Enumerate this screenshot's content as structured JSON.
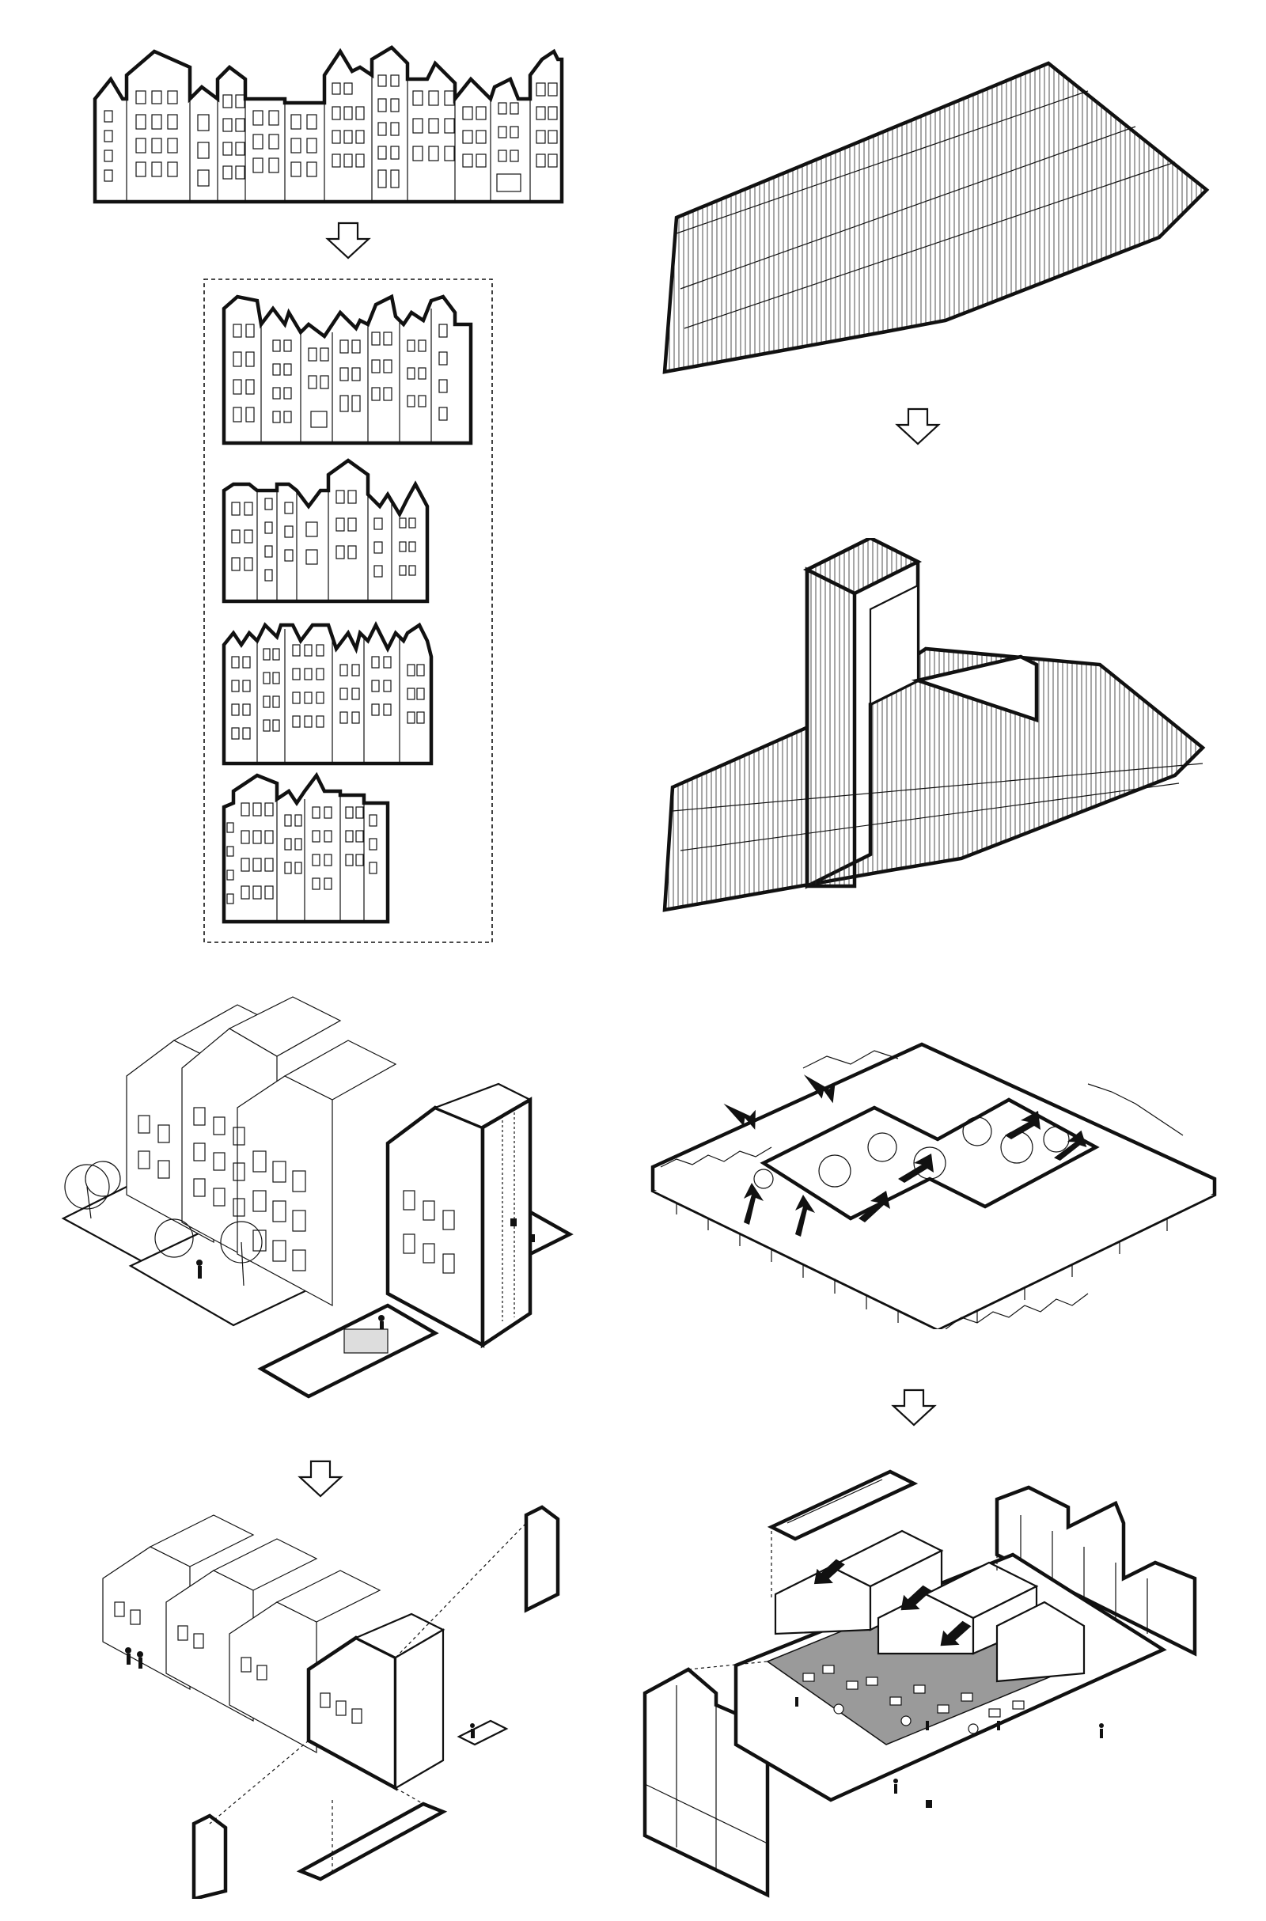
{
  "colors": {
    "background": "#ffffff",
    "ink": "#111111",
    "floor_grey": "#9a9a9a"
  },
  "icons": {
    "flow_arrow": "hollow-down-arrow-icon",
    "movement_arrow": "solid-black-arrow-icon"
  },
  "panels": [
    {
      "id": "canal-house-elevation",
      "step": 1
    },
    {
      "id": "elevation-variants",
      "step": 2,
      "variant_count": 4
    },
    {
      "id": "isometric-canal-houses",
      "step": 3
    },
    {
      "id": "exploded-canal-houses",
      "step": 4
    },
    {
      "id": "roofscape-plane",
      "step": 5
    },
    {
      "id": "roofscape-tower",
      "step": 6
    },
    {
      "id": "urban-block-courtyard",
      "step": 7
    },
    {
      "id": "exploded-block-interior",
      "step": 8
    }
  ]
}
